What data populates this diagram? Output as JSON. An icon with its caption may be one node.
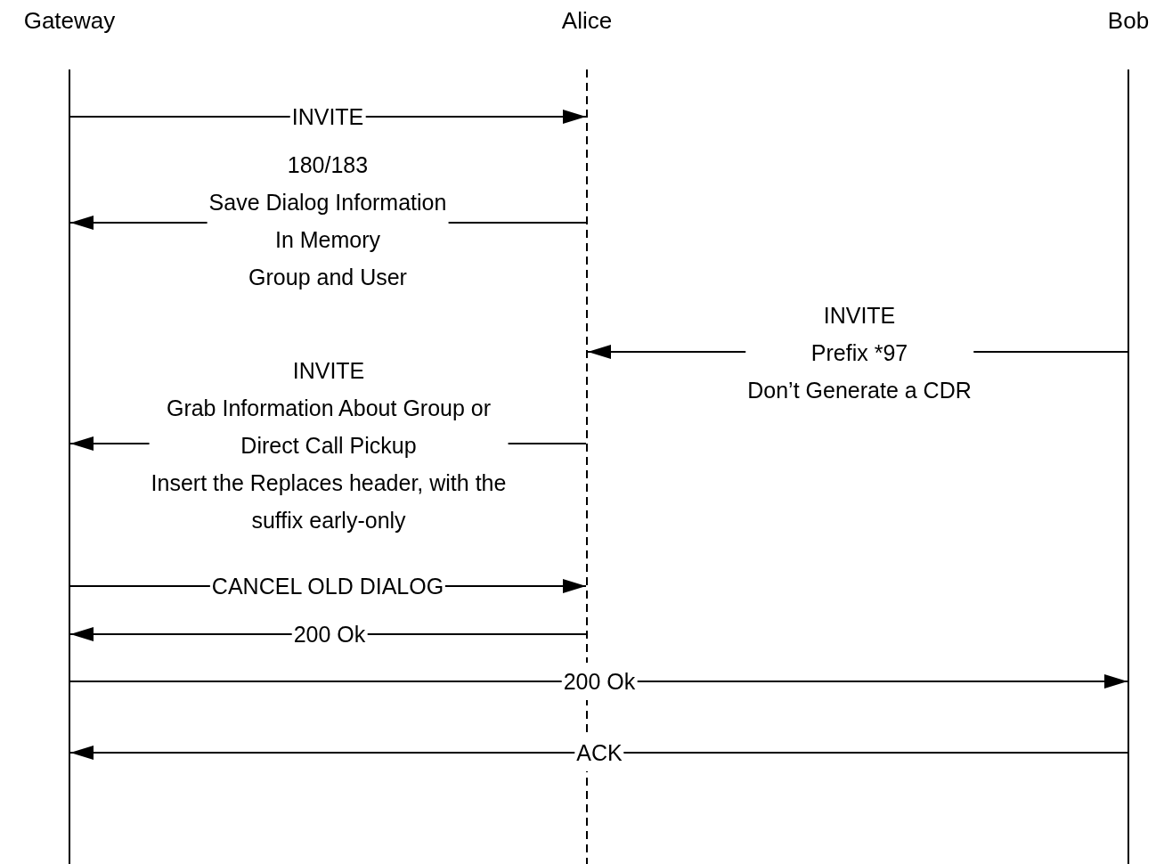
{
  "diagram": {
    "nodes": [
      {
        "text": [
          "Gateway"
        ]
      },
      {
        "text": [
          "Alice"
        ]
      },
      {
        "text": [
          "Bob"
        ]
      }
    ],
    "edges": [
      {
        "from": 0,
        "to": 1,
        "arrow": "to",
        "label": "INVITE"
      },
      {
        "from": 1,
        "to": 0,
        "arrow": "to",
        "label": "180/183 Save Dialog Information In Memory Group and User"
      },
      {
        "from": 2,
        "to": 1,
        "arrow": "to",
        "label": "INVITE Prefix *97 Don’t Generate a CDR"
      },
      {
        "from": 1,
        "to": 0,
        "arrow": "to",
        "label": "INVITE Grab Information About Group or Direct Call Pickup Insert the Replaces header, with the suffix early-only"
      },
      {
        "from": 0,
        "to": 1,
        "arrow": "to",
        "label": "CANCEL OLD DIALOG"
      },
      {
        "from": 1,
        "to": 0,
        "arrow": "to",
        "label": "200 Ok"
      },
      {
        "from": 0,
        "to": 2,
        "arrow": "to",
        "label": "200 Ok"
      },
      {
        "from": 2,
        "to": 0,
        "arrow": "to",
        "label": "ACK"
      }
    ]
  }
}
